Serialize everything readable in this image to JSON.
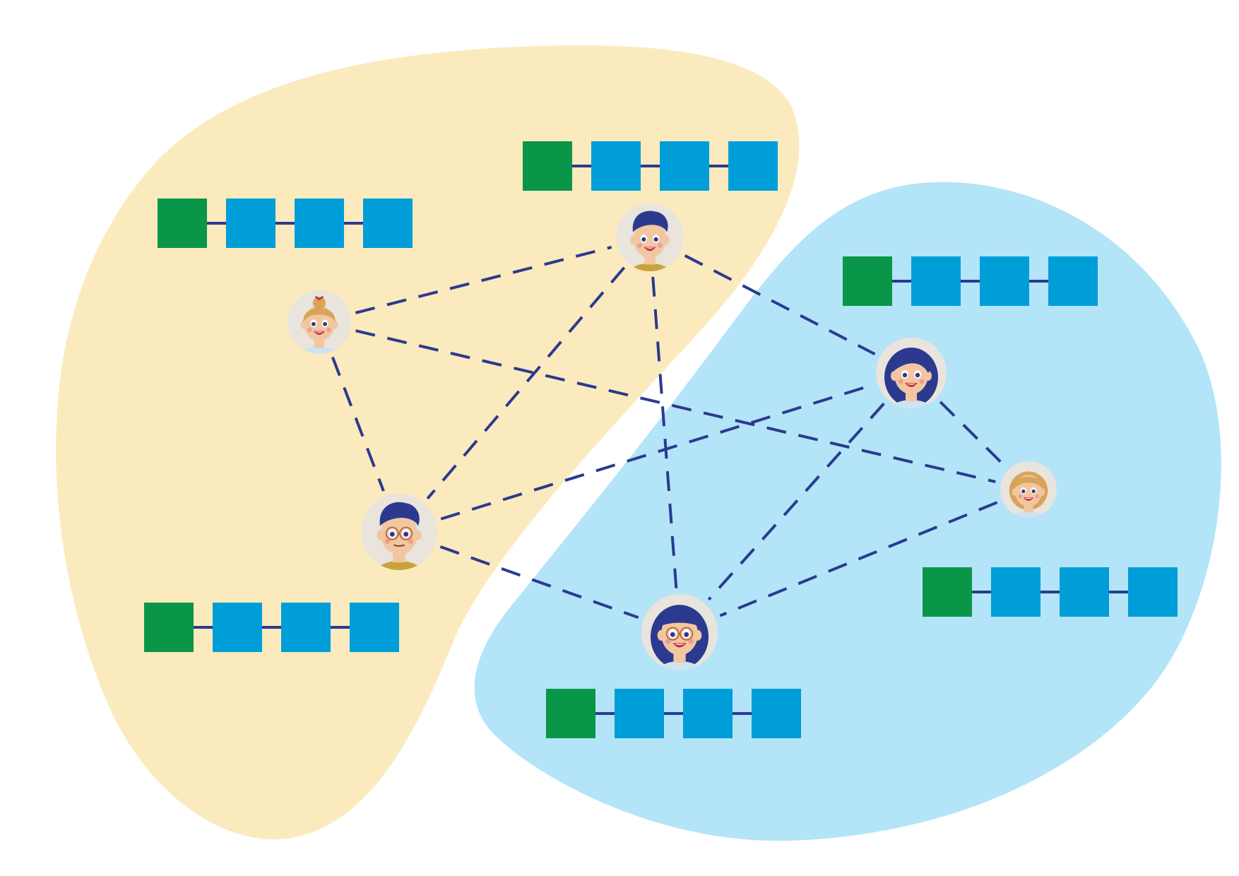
{
  "colors": {
    "background": "#ffffff",
    "region_left": "#faeabd",
    "region_right": "#b4e4f8",
    "edge": "#2b3a8f",
    "block_head": "#0a9648",
    "block_body": "#009ed8",
    "block_link": "#2b3a8f",
    "avatar_bg": "#e9e4dc",
    "skin": "#f2c6a0",
    "hair_dark": "#2b3a8f",
    "hair_blonde": "#d9a45a",
    "eye": "#2b3a8f",
    "mouth": "#c8323c"
  },
  "regions": [
    {
      "id": "left-network"
    },
    {
      "id": "right-network"
    }
  ],
  "nodes": [
    {
      "id": "woman-bun",
      "icon": "woman-bun-avatar-icon",
      "hair": "blonde",
      "style": "bun"
    },
    {
      "id": "man-smile",
      "icon": "man-smile-avatar-icon",
      "hair": "dark",
      "style": "short"
    },
    {
      "id": "man-glasses",
      "icon": "man-glasses-avatar-icon",
      "hair": "dark",
      "style": "short"
    },
    {
      "id": "woman-curly",
      "icon": "woman-curly-avatar-icon",
      "hair": "dark",
      "style": "curly"
    },
    {
      "id": "woman-short",
      "icon": "woman-short-avatar-icon",
      "hair": "blonde",
      "style": "bob"
    },
    {
      "id": "woman-bangs",
      "icon": "woman-bangs-avatar-icon",
      "hair": "dark",
      "style": "bangs"
    }
  ],
  "edges": [
    [
      "woman-bun",
      "man-smile"
    ],
    [
      "woman-bun",
      "man-glasses"
    ],
    [
      "woman-bun",
      "woman-short"
    ],
    [
      "man-smile",
      "man-glasses"
    ],
    [
      "man-smile",
      "woman-curly"
    ],
    [
      "man-smile",
      "woman-bangs"
    ],
    [
      "man-glasses",
      "woman-curly"
    ],
    [
      "man-glasses",
      "woman-bangs"
    ],
    [
      "woman-curly",
      "woman-short"
    ],
    [
      "woman-curly",
      "woman-bangs"
    ],
    [
      "woman-short",
      "woman-bangs"
    ]
  ],
  "chains": [
    {
      "id": "chain-top-left",
      "blocks": 4
    },
    {
      "id": "chain-top-center",
      "blocks": 4
    },
    {
      "id": "chain-bottom-left",
      "blocks": 4
    },
    {
      "id": "chain-right-top",
      "blocks": 4
    },
    {
      "id": "chain-right-bottom",
      "blocks": 4
    },
    {
      "id": "chain-bottom-center",
      "blocks": 4
    }
  ]
}
